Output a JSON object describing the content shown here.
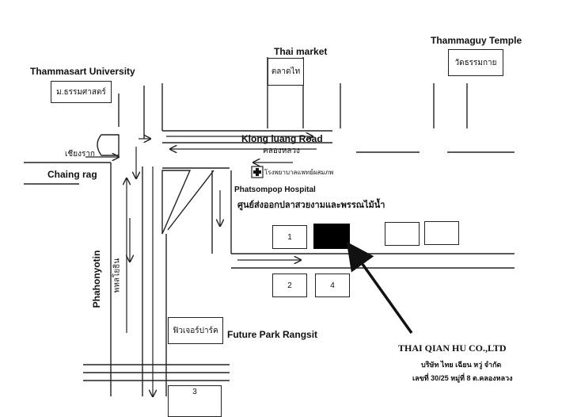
{
  "landmarks": {
    "thammasart_en": "Thammasart University",
    "thammasart_th": "ม.ธรรมศาสตร์",
    "thai_market_en": "Thai market",
    "thai_market_th": "ตลาดไท",
    "temple_en": "Thammaguy Temple",
    "temple_th": "วัดธรรมกาย",
    "hospital_th": "โรงพยาบาลแพทย์ผสมภพ",
    "hospital_en": "Phatsompop Hospital",
    "fish_center_th": "ศูนย์ส่งออกปลาสวยงามและพรรณไม้น้ำ",
    "future_park_th": "ฟิวเจอร์ปาร์ค",
    "future_park_en": "Future Park Rangsit"
  },
  "roads": {
    "klong_luang_en": "Klong luang Road",
    "klong_luang_th": "คลองหลวง",
    "chaing_rag_en": "Chaing rag",
    "chaing_rag_th": "เชียงราก",
    "phahonyotin_en": "Phahonyotin",
    "phahonyotin_th": "พหลโยธิน"
  },
  "buildings": {
    "b1": "1",
    "b2": "2",
    "b4": "4",
    "partial": "3"
  },
  "company": {
    "name": "THAI QIAN HU CO.,LTD",
    "name_th": "บริษัท ไทย เฉียน หวู่ จำกัด",
    "address_th": "เลขที่ 30/25 หมู่ที่ 8 ต.คลองหลวง"
  },
  "colors": {
    "line": "#222222",
    "target": "#000000"
  }
}
